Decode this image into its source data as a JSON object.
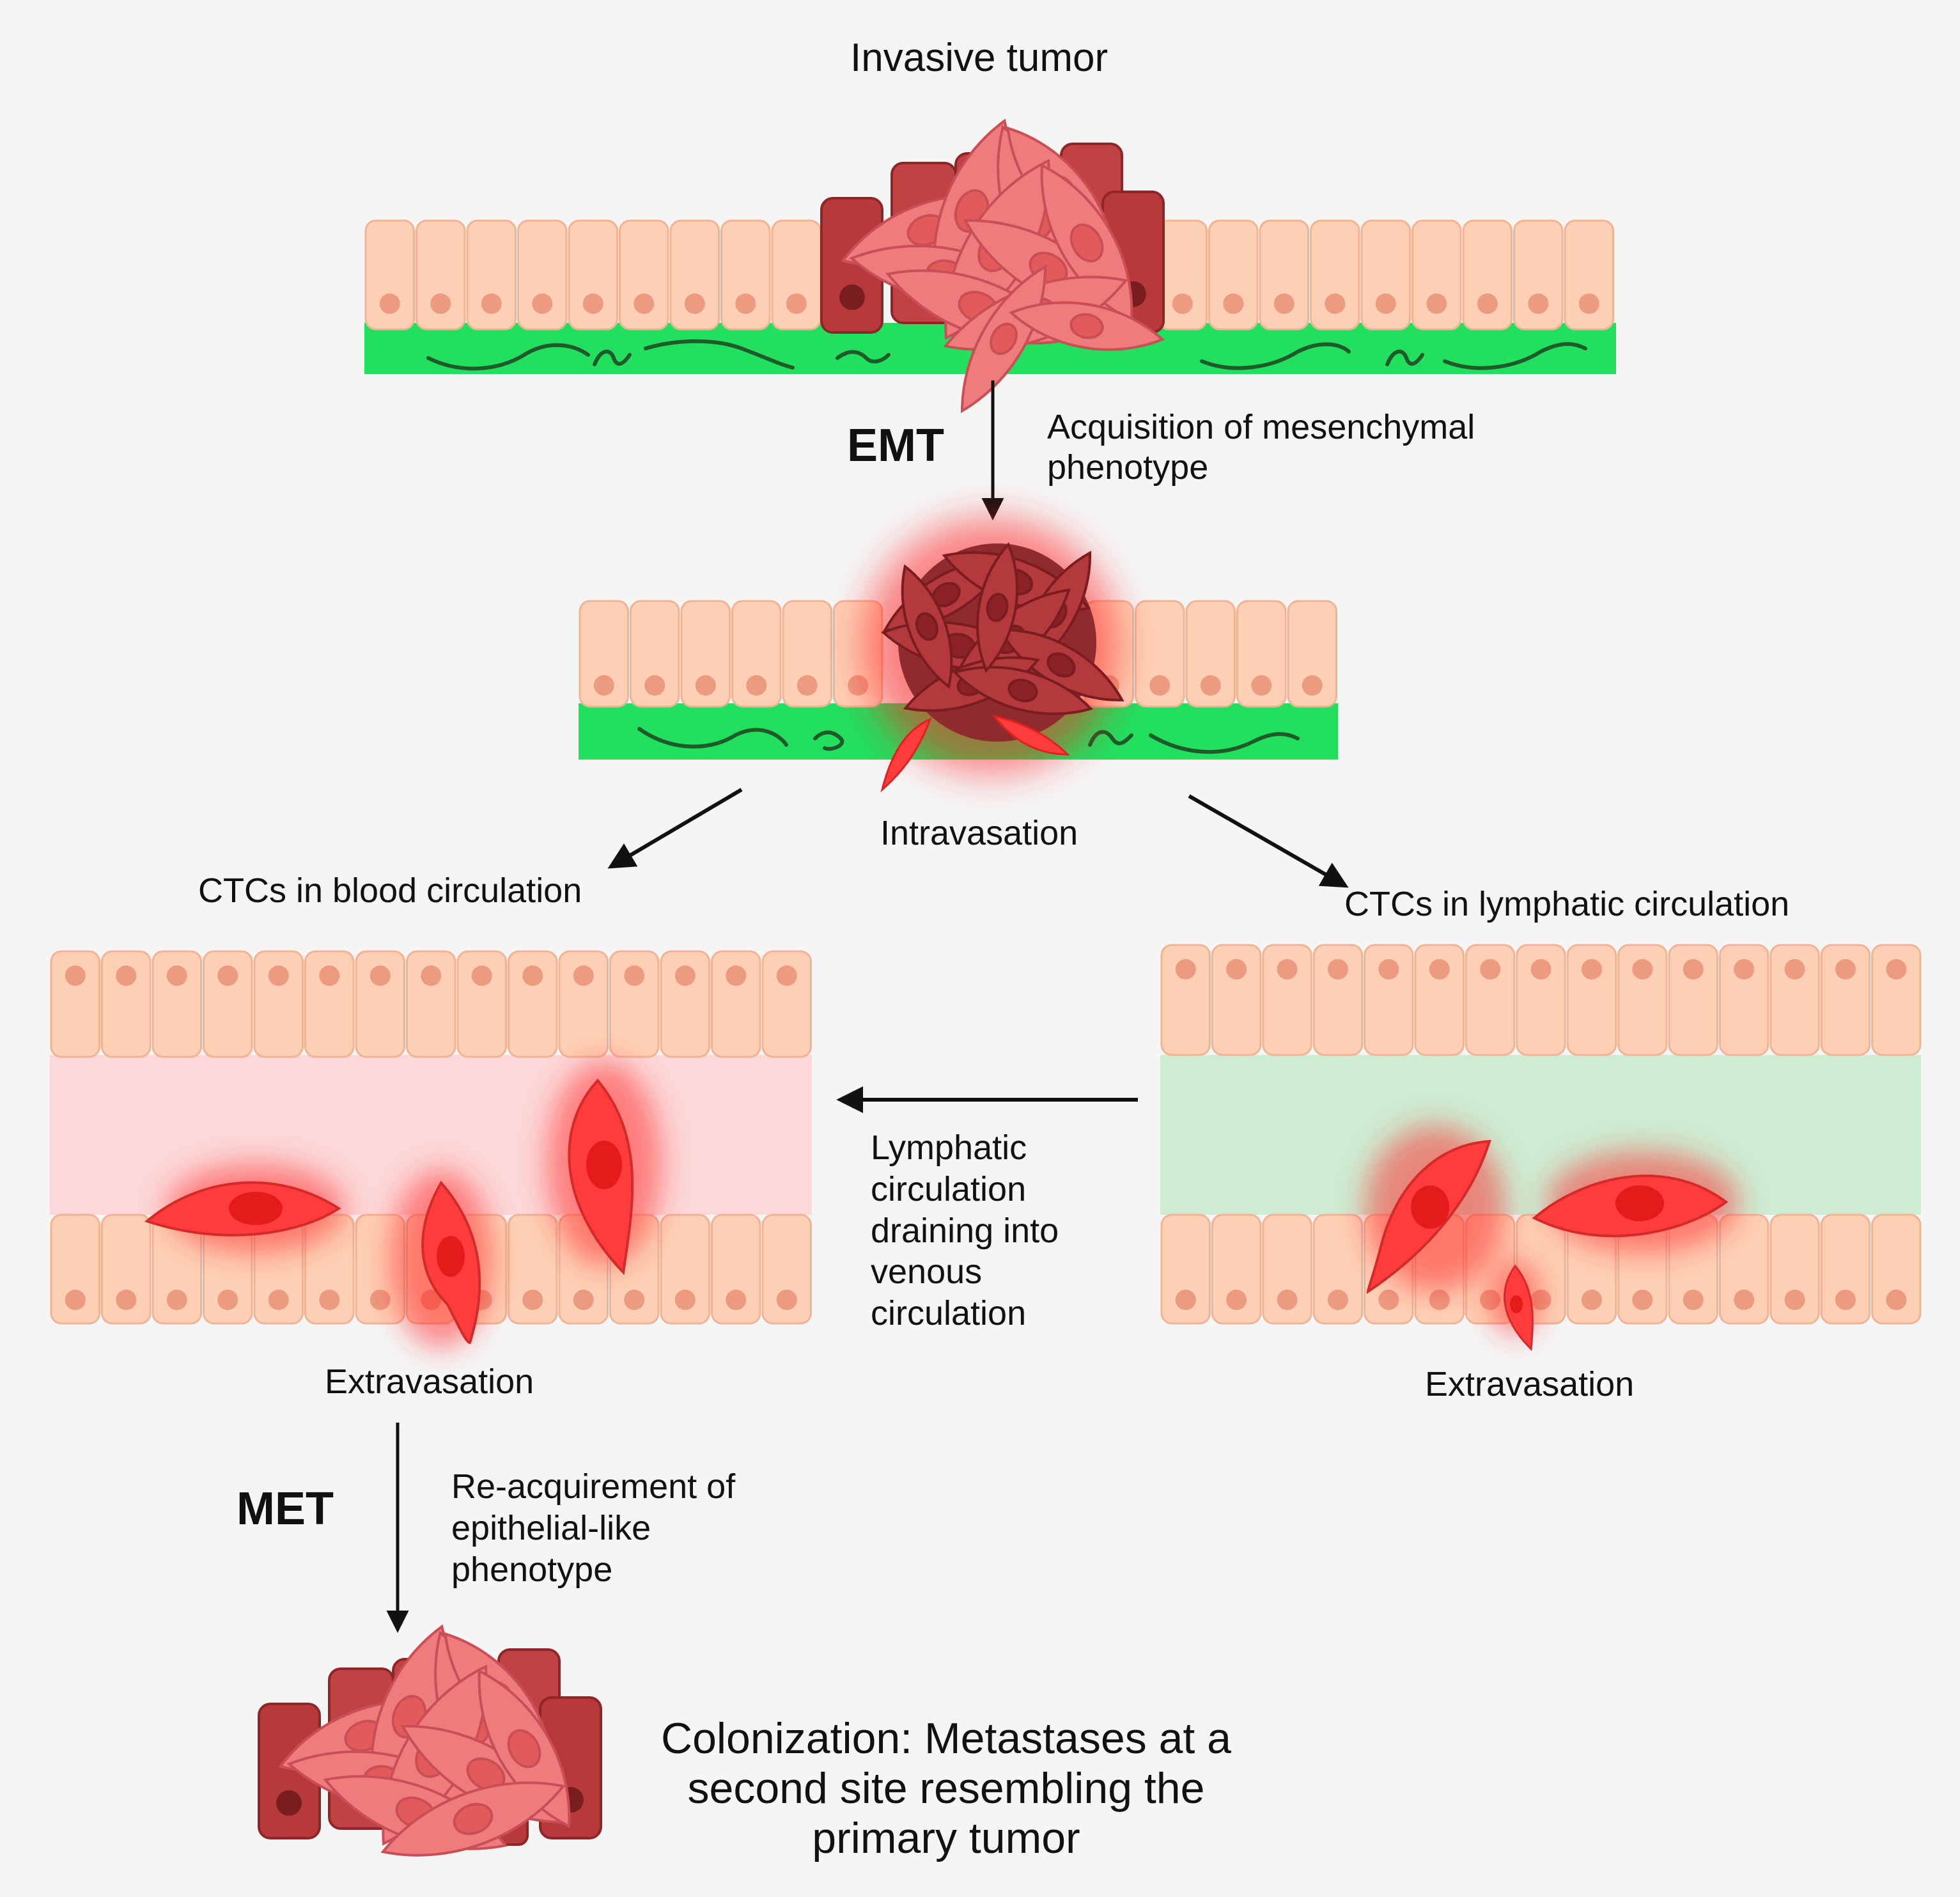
{
  "labels": {
    "invasive_tumor": "Invasive tumor",
    "emt": "EMT",
    "emt_desc": "Acquisition of mesenchymal\nphenotype",
    "intravasation": "Intravasation",
    "ctcs_blood": "CTCs in blood circulation",
    "ctcs_lymph": "CTCs in lymphatic circulation",
    "lymph_drain": "Lymphatic\ncirculation\ndraining into\nvenous\ncirculation",
    "extravasation_left": "Extravasation",
    "extravasation_right": "Extravasation",
    "met": "MET",
    "met_desc": "Re-acquirement of\nepithelial-like\nphenotype",
    "colonization": "Colonization: Metastases at a\nsecond site resembling the\nprimary tumor"
  },
  "colors": {
    "background": "#f5f5f5",
    "epithelial_cell": "#fdd0b5",
    "cell_outline": "#f2b394",
    "nucleus": "#ec9a80",
    "basement_membrane": "#22e05e",
    "fiber": "#1e5a2a",
    "tumor_dark": "#b8393b",
    "tumor_light": "#ef7c7c",
    "ctc_red": "#ff3c3c",
    "blood_vessel_lumen": "#fcd8d8",
    "lymph_vessel_lumen": "#cdecd2",
    "arrow": "#111111"
  },
  "icons": [
    "epithelial-layer",
    "tumor-cluster",
    "ctc-cell",
    "down-arrow",
    "diagonal-arrow",
    "left-arrow"
  ]
}
